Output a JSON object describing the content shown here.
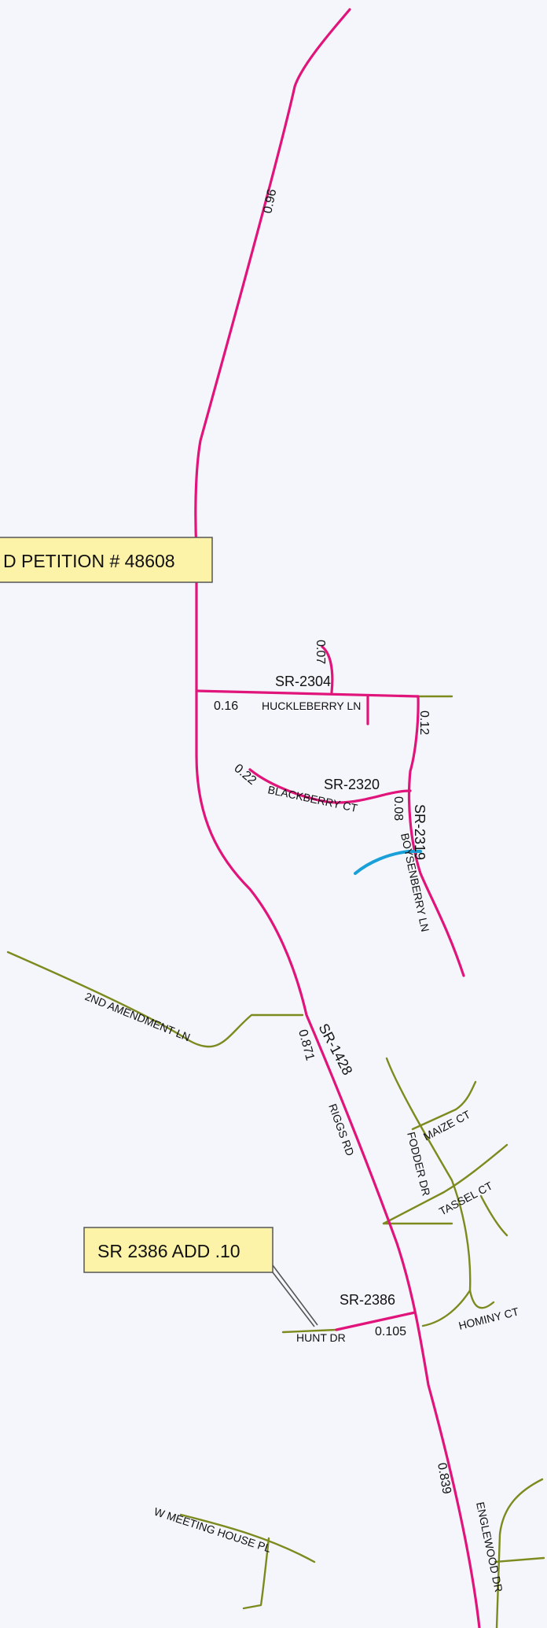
{
  "callouts": {
    "petition": "D  PETITION # 48608",
    "sr2386_add": "SR 2386 ADD .10"
  },
  "route_ids": {
    "sr2304": "SR-2304",
    "sr2320": "SR-2320",
    "sr2319": "SR-2319",
    "sr1428": "SR-1428",
    "sr2386": "SR-2386"
  },
  "street_names": {
    "huckleberry": "HUCKLEBERRY LN",
    "blackberry": "BLACKBERRY CT",
    "boysenberry": "BOYSENBERRY LN",
    "second_amendment": "2ND AMENDMENT LN",
    "riggs": "RIGGS RD",
    "fodder": "FODDER DR",
    "maize": "MAIZE CT",
    "tassel": "TASSEL CT",
    "hunt": "HUNT DR",
    "hominy": "HOMINY CT",
    "meeting_house": "W  MEETING HOUSE PL",
    "englewood": "ENGLEWOOD DR"
  },
  "lengths": {
    "north_segment": "0.96",
    "huckleberry_stub": "0.07",
    "huckleberry": "0.16",
    "sr2319_north": "0.12",
    "blackberry": "0.22",
    "boysenberry": "0.08",
    "riggs_mid": "0.871",
    "hunt": "0.105",
    "riggs_south": "0.839"
  },
  "colors": {
    "state_route": "#e0147a",
    "local_road": "#7d8a1e",
    "added_segment": "#1aa0d8",
    "callout_fill": "#fcf2a8"
  }
}
